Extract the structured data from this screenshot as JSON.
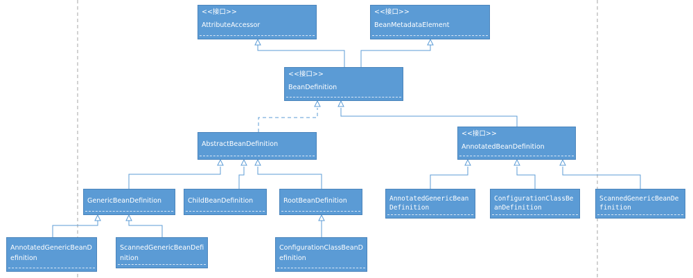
{
  "diagram": {
    "stereotype": "<<接口>>",
    "nodes": {
      "attribute_accessor": "AttributeAccessor",
      "bean_metadata_element": "BeanMetadataElement",
      "bean_definition": "BeanDefinition",
      "abstract_bean_definition": "AbstractBeanDefinition",
      "annotated_bean_definition": "AnnotatedBeanDefinition",
      "generic_bean_definition": "GenericBeanDefinition",
      "child_bean_definition": "ChildBeanDefinition",
      "root_bean_definition": "RootBeanDefinition",
      "annotated_generic_bean_definition_right": "AnnotatedGenericBeanDefinition",
      "configuration_class_bean_definition_right": "ConfigurationClassBeanDefinition",
      "scanned_generic_bean_definition_right": "ScannedGenericBeanDefinition",
      "annotated_generic_bean_definition_left": "AnnotatedGenericBeanDefinition",
      "scanned_generic_bean_definition_left": "ScannedGenericBeanDefinition",
      "configuration_class_bean_definition_left": "ConfigurationClassBeanDefinition"
    },
    "colors": {
      "node_fill": "#5b9bd5",
      "node_border": "#4a84bb",
      "node_text": "#ffffff",
      "connector": "#5b9bd5",
      "page_divider": "#a6a6a6"
    }
  }
}
